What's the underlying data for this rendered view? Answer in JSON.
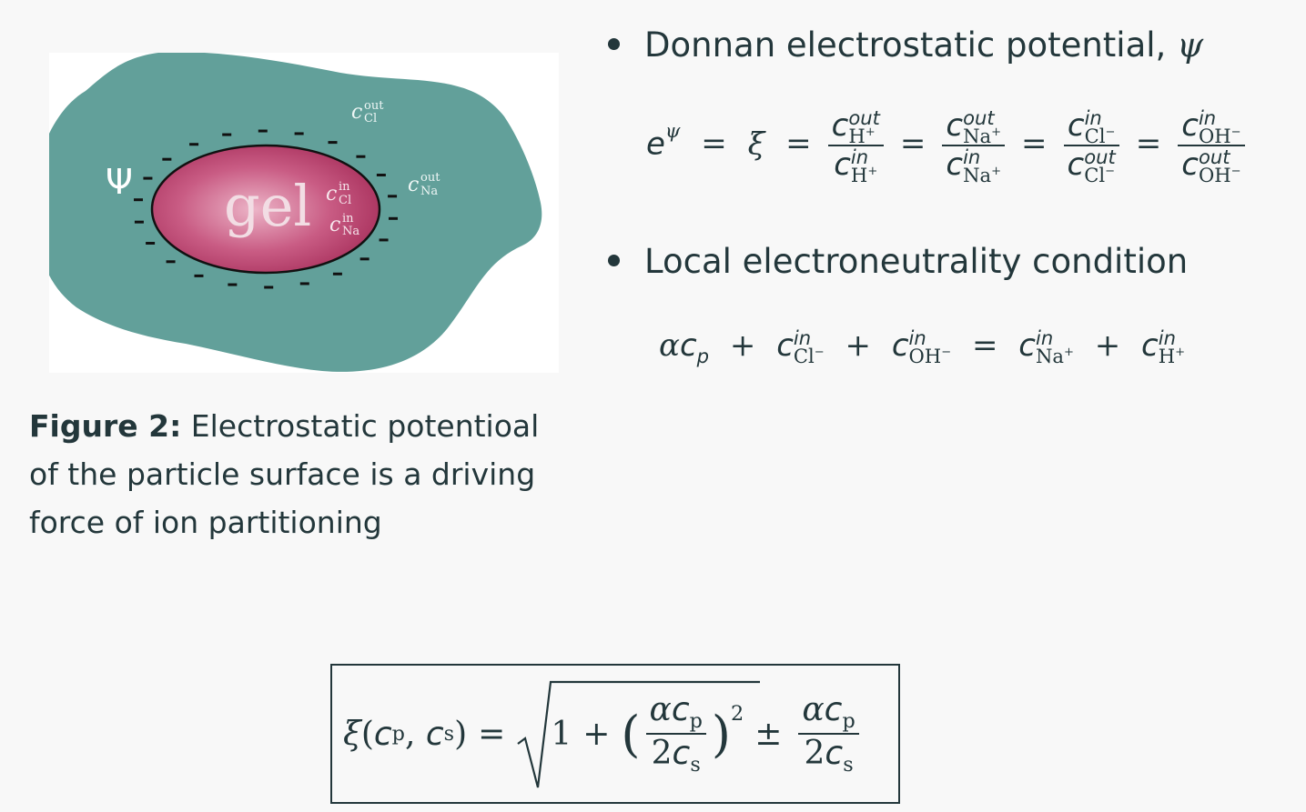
{
  "figure": {
    "psi_label": "Ψ",
    "gel_label": "gel",
    "c_out_cl": {
      "base": "c",
      "sup": "out",
      "sub": "Cl"
    },
    "c_out_na": {
      "base": "c",
      "sup": "out",
      "sub": "Na"
    },
    "c_in_cl": {
      "base": "c",
      "sup": "in",
      "sub": "Cl"
    },
    "c_in_na": {
      "base": "c",
      "sup": "in",
      "sub": "Na"
    },
    "colors": {
      "solution": "#62a09a",
      "gel_outer": "#b0335f",
      "gel_inner": "#e8a9bf",
      "background": "#ffffff"
    }
  },
  "caption": {
    "label": "Figure 2:",
    "text": "Electrostatic potentioal of the particle surface is a driving force of ion partitioning"
  },
  "bullets": [
    {
      "text": "Donnan electrostatic potential, ",
      "symbol": "ψ"
    },
    {
      "text": "Local electroneutrality condition"
    }
  ],
  "eq1": {
    "lhs": "e",
    "lhs_sup": "ψ",
    "xi": "ξ",
    "equals": "=",
    "fractions": [
      {
        "num_base": "c",
        "num_sup": "out",
        "num_sub": "H",
        "num_sub_sup": "+",
        "den_base": "c",
        "den_sup": "in",
        "den_sub": "H",
        "den_sub_sup": "+"
      },
      {
        "num_base": "c",
        "num_sup": "out",
        "num_sub": "Na",
        "num_sub_sup": "+",
        "den_base": "c",
        "den_sup": "in",
        "den_sub": "Na",
        "den_sub_sup": "+"
      },
      {
        "num_base": "c",
        "num_sup": "in",
        "num_sub": "Cl",
        "num_sub_sup": "−",
        "den_base": "c",
        "den_sup": "out",
        "den_sub": "Cl",
        "den_sub_sup": "−"
      },
      {
        "num_base": "c",
        "num_sup": "in",
        "num_sub": "OH",
        "num_sub_sup": "−",
        "den_base": "c",
        "den_sup": "out",
        "den_sub": "OH",
        "den_sub_sup": "−"
      }
    ]
  },
  "eq2": {
    "alpha": "α",
    "c": "c",
    "p": "p",
    "plus": "+",
    "equals": "=",
    "in": "in",
    "cl": "Cl",
    "oh": "OH",
    "na": "Na",
    "h": "H",
    "minus_sup": "−",
    "plus_sup": "+"
  },
  "boxed": {
    "xi": "ξ",
    "c": "c",
    "p": "p",
    "s": "s",
    "one": "1",
    "plus": "+",
    "pm": "±",
    "alpha": "α",
    "two": "2",
    "exp": "2",
    "lparen": "(",
    "rparen": ")",
    "comma": ",",
    "equals": "="
  }
}
